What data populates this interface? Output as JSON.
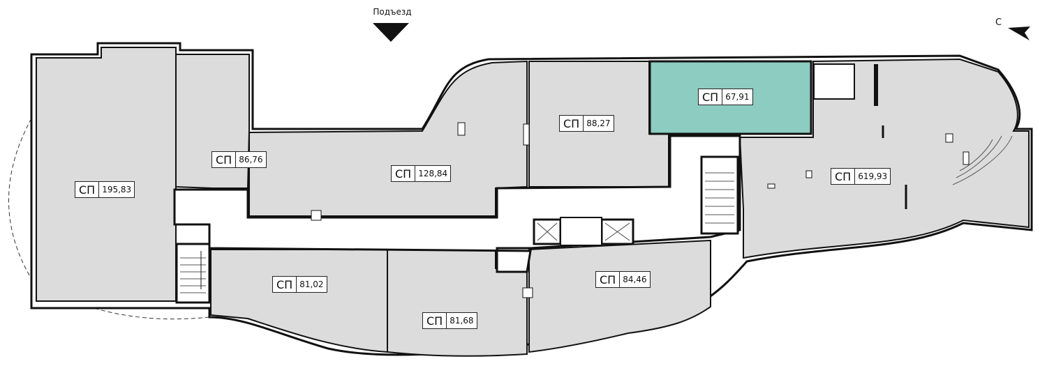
{
  "entrance": {
    "label": "Подъезд"
  },
  "compass": {
    "label": "С"
  },
  "colors": {
    "room_fill": "#dcdcdc",
    "highlight_fill": "#8dccc0",
    "wall": "#111111",
    "corridor": "#ffffff"
  },
  "units": [
    {
      "id": "u1",
      "code": "СП",
      "area": "195,83"
    },
    {
      "id": "u2",
      "code": "СП",
      "area": "86,76"
    },
    {
      "id": "u3",
      "code": "СП",
      "area": "128,84"
    },
    {
      "id": "u4",
      "code": "СП",
      "area": "88,27"
    },
    {
      "id": "u5",
      "code": "СП",
      "area": "67,91",
      "selected": true
    },
    {
      "id": "u6",
      "code": "СП",
      "area": "619,93"
    },
    {
      "id": "u7",
      "code": "СП",
      "area": "81,02"
    },
    {
      "id": "u8",
      "code": "СП",
      "area": "81,68"
    },
    {
      "id": "u9",
      "code": "СП",
      "area": "84,46"
    }
  ]
}
